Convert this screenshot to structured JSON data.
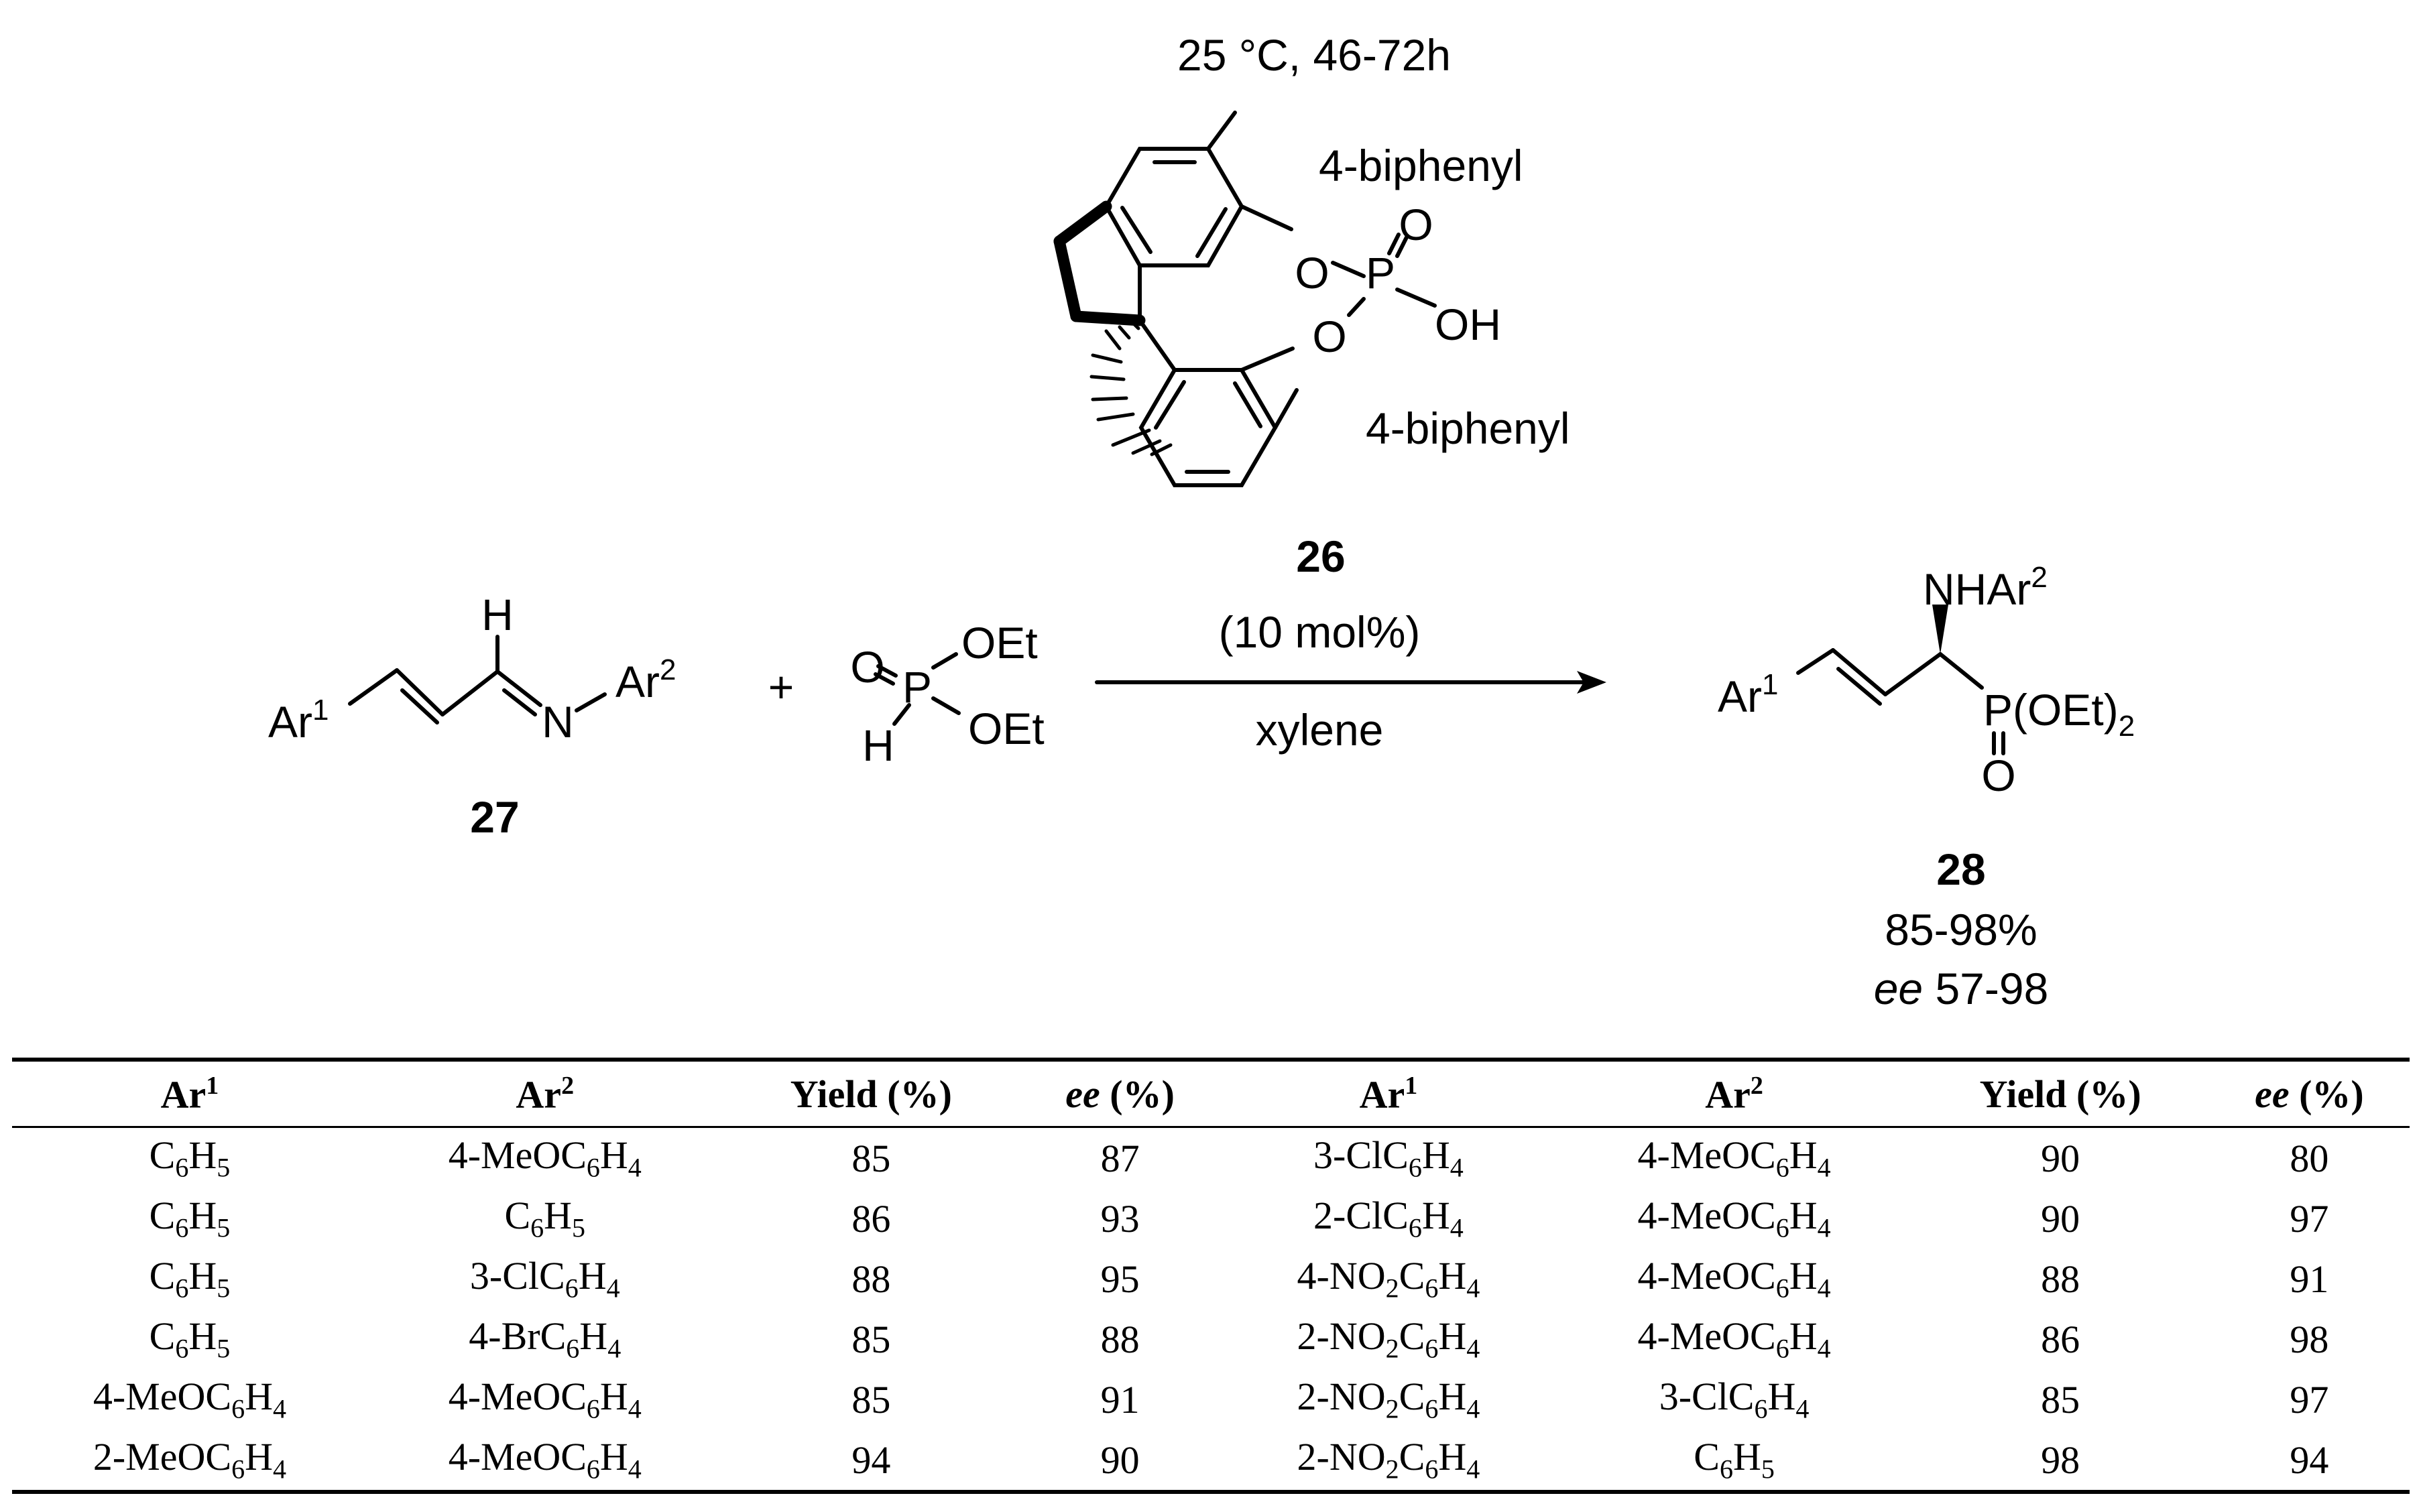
{
  "conditions": "25 °C, 46-72h",
  "catalyst": {
    "substituent_top": "4-biphenyl",
    "substituent_bottom": "4-biphenyl",
    "phosphate_o1": "O",
    "phosphate_p": "P",
    "phosphate_o_double": "O",
    "phosphate_oh": "OH",
    "phosphate_o2": "O",
    "number": "26",
    "loading": "(10 mol%)"
  },
  "solvent": "xylene",
  "reactant_imine": {
    "ar1": "Ar",
    "ar1_sup": "1",
    "h": "H",
    "n": "N",
    "ar2": "Ar",
    "ar2_sup": "2",
    "number": "27"
  },
  "plus": "+",
  "reactant_phosphite": {
    "o_double": "O",
    "p": "P",
    "oet_top": "OEt",
    "oet_bottom": "OEt",
    "h": "H"
  },
  "product": {
    "ar1": "Ar",
    "ar1_sup": "1",
    "nhar": "NHAr",
    "nhar_sup": "2",
    "p_group": "P(OEt)",
    "p_group_sub": "2",
    "o": "O",
    "number": "28",
    "yield_range": "85-98%",
    "ee_label": "ee",
    "ee_range": "57-98"
  },
  "table": {
    "headers": [
      {
        "main": "Ar",
        "sup": "1"
      },
      {
        "main": "Ar",
        "sup": "2"
      },
      {
        "main": "Yield (%)"
      },
      {
        "ital": "ee",
        "main": " (%)"
      },
      {
        "main": "Ar",
        "sup": "1"
      },
      {
        "main": "Ar",
        "sup": "2"
      },
      {
        "main": "Yield (%)"
      },
      {
        "ital": "ee",
        "main": " (%)"
      }
    ],
    "rows": [
      [
        "C6H5",
        "4-MeOC6H4",
        "85",
        "87",
        "3-ClC6H4",
        "4-MeOC6H4",
        "90",
        "80"
      ],
      [
        "C6H5",
        "C6H5",
        "86",
        "93",
        "2-ClC6H4",
        "4-MeOC6H4",
        "90",
        "97"
      ],
      [
        "C6H5",
        "3-ClC6H4",
        "88",
        "95",
        "4-NO2C6H4",
        "4-MeOC6H4",
        "88",
        "91"
      ],
      [
        "C6H5",
        "4-BrC6H4",
        "85",
        "88",
        "2-NO2C6H4",
        "4-MeOC6H4",
        "86",
        "98"
      ],
      [
        "4-MeOC6H4",
        "4-MeOC6H4",
        "85",
        "91",
        "2-NO2C6H4",
        "3-ClC6H4",
        "85",
        "97"
      ],
      [
        "2-MeOC6H4",
        "4-MeOC6H4",
        "94",
        "90",
        "2-NO2C6H4",
        "C6H5",
        "98",
        "94"
      ]
    ]
  }
}
